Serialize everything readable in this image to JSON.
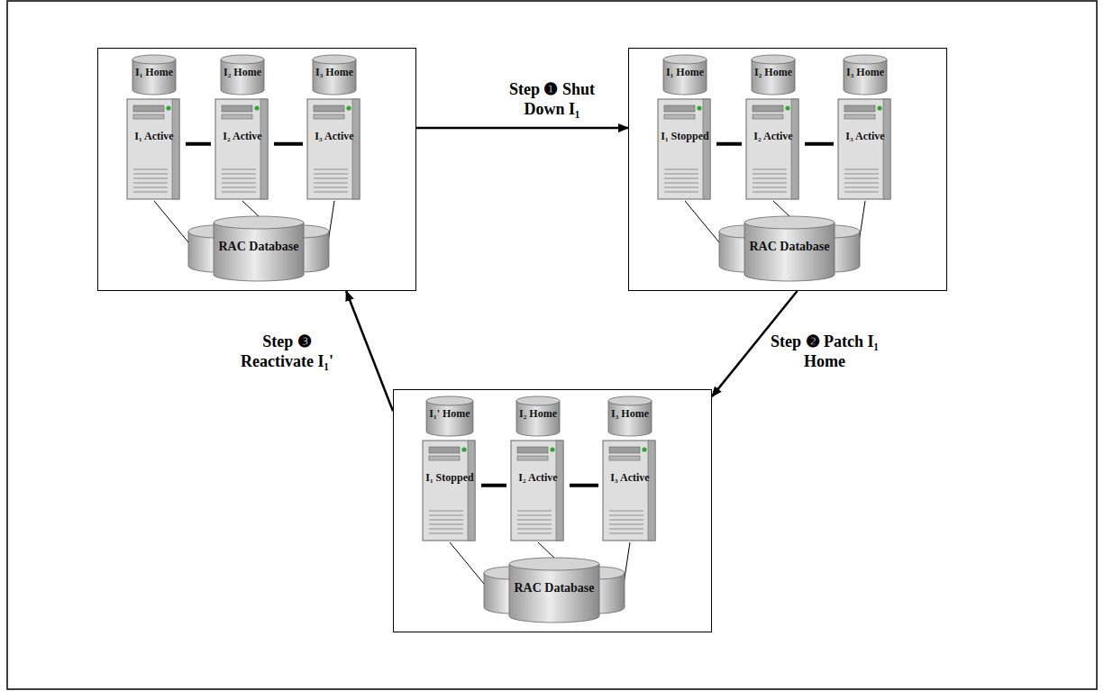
{
  "diagram": {
    "nodes": [
      {
        "text": []
      },
      {
        "text": [
          "I₁ Home"
        ],
        "in": 0
      },
      {
        "text": [
          "I₂ Home"
        ],
        "in": 0
      },
      {
        "text": [
          "I₃ Home"
        ],
        "in": 0
      },
      {
        "text": [
          "I₁ Active"
        ],
        "in": 0
      },
      {
        "text": [
          "I₂ Active"
        ],
        "in": 0
      },
      {
        "text": [
          "I₃ Active"
        ],
        "in": 0
      },
      {
        "text": [
          "RAC Database"
        ],
        "in": 0
      },
      {
        "text": []
      },
      {
        "text": [
          "I₁ Home"
        ],
        "in": 8
      },
      {
        "text": [
          "I₂ Home"
        ],
        "in": 8
      },
      {
        "text": [
          "I₃ Home"
        ],
        "in": 8
      },
      {
        "text": [
          "I₁ Stopped"
        ],
        "in": 8
      },
      {
        "text": [
          "I₂ Active"
        ],
        "in": 8
      },
      {
        "text": [
          "I₃ Active"
        ],
        "in": 8
      },
      {
        "text": [
          "RAC Database"
        ],
        "in": 8
      },
      {
        "text": []
      },
      {
        "text": [
          "I₁' Home"
        ],
        "in": 16
      },
      {
        "text": [
          "I₂ Home"
        ],
        "in": 16
      },
      {
        "text": [
          "I₃ Home"
        ],
        "in": 16
      },
      {
        "text": [
          "I₁ Stopped"
        ],
        "in": 16
      },
      {
        "text": [
          "I₂ Active"
        ],
        "in": 16
      },
      {
        "text": [
          "I₃ Active"
        ],
        "in": 16
      },
      {
        "text": [
          "RAC Database"
        ],
        "in": 16
      }
    ],
    "edges": [
      {
        "from": 0,
        "to": 8,
        "arrow": "to",
        "label": "Step ❶ Shut Down I₁"
      },
      {
        "from": 8,
        "to": 16,
        "arrow": "to",
        "label": "Step ❷ Patch I₁ Home"
      },
      {
        "from": 16,
        "to": 0,
        "arrow": "to",
        "label": "Step ❸ Reactivate I₁'"
      },
      {
        "from": 4,
        "to": 5,
        "arrow": "none"
      },
      {
        "from": 5,
        "to": 6,
        "arrow": "none"
      },
      {
        "from": 4,
        "to": 7,
        "arrow": "none"
      },
      {
        "from": 5,
        "to": 7,
        "arrow": "none"
      },
      {
        "from": 6,
        "to": 7,
        "arrow": "none"
      },
      {
        "from": 12,
        "to": 13,
        "arrow": "none"
      },
      {
        "from": 13,
        "to": 14,
        "arrow": "none"
      },
      {
        "from": 12,
        "to": 15,
        "arrow": "none"
      },
      {
        "from": 13,
        "to": 15,
        "arrow": "none"
      },
      {
        "from": 14,
        "to": 15,
        "arrow": "none"
      },
      {
        "from": 20,
        "to": 21,
        "arrow": "none"
      },
      {
        "from": 21,
        "to": 22,
        "arrow": "none"
      },
      {
        "from": 20,
        "to": 23,
        "arrow": "none"
      },
      {
        "from": 21,
        "to": 23,
        "arrow": "none"
      },
      {
        "from": 22,
        "to": 23,
        "arrow": "none"
      }
    ]
  }
}
